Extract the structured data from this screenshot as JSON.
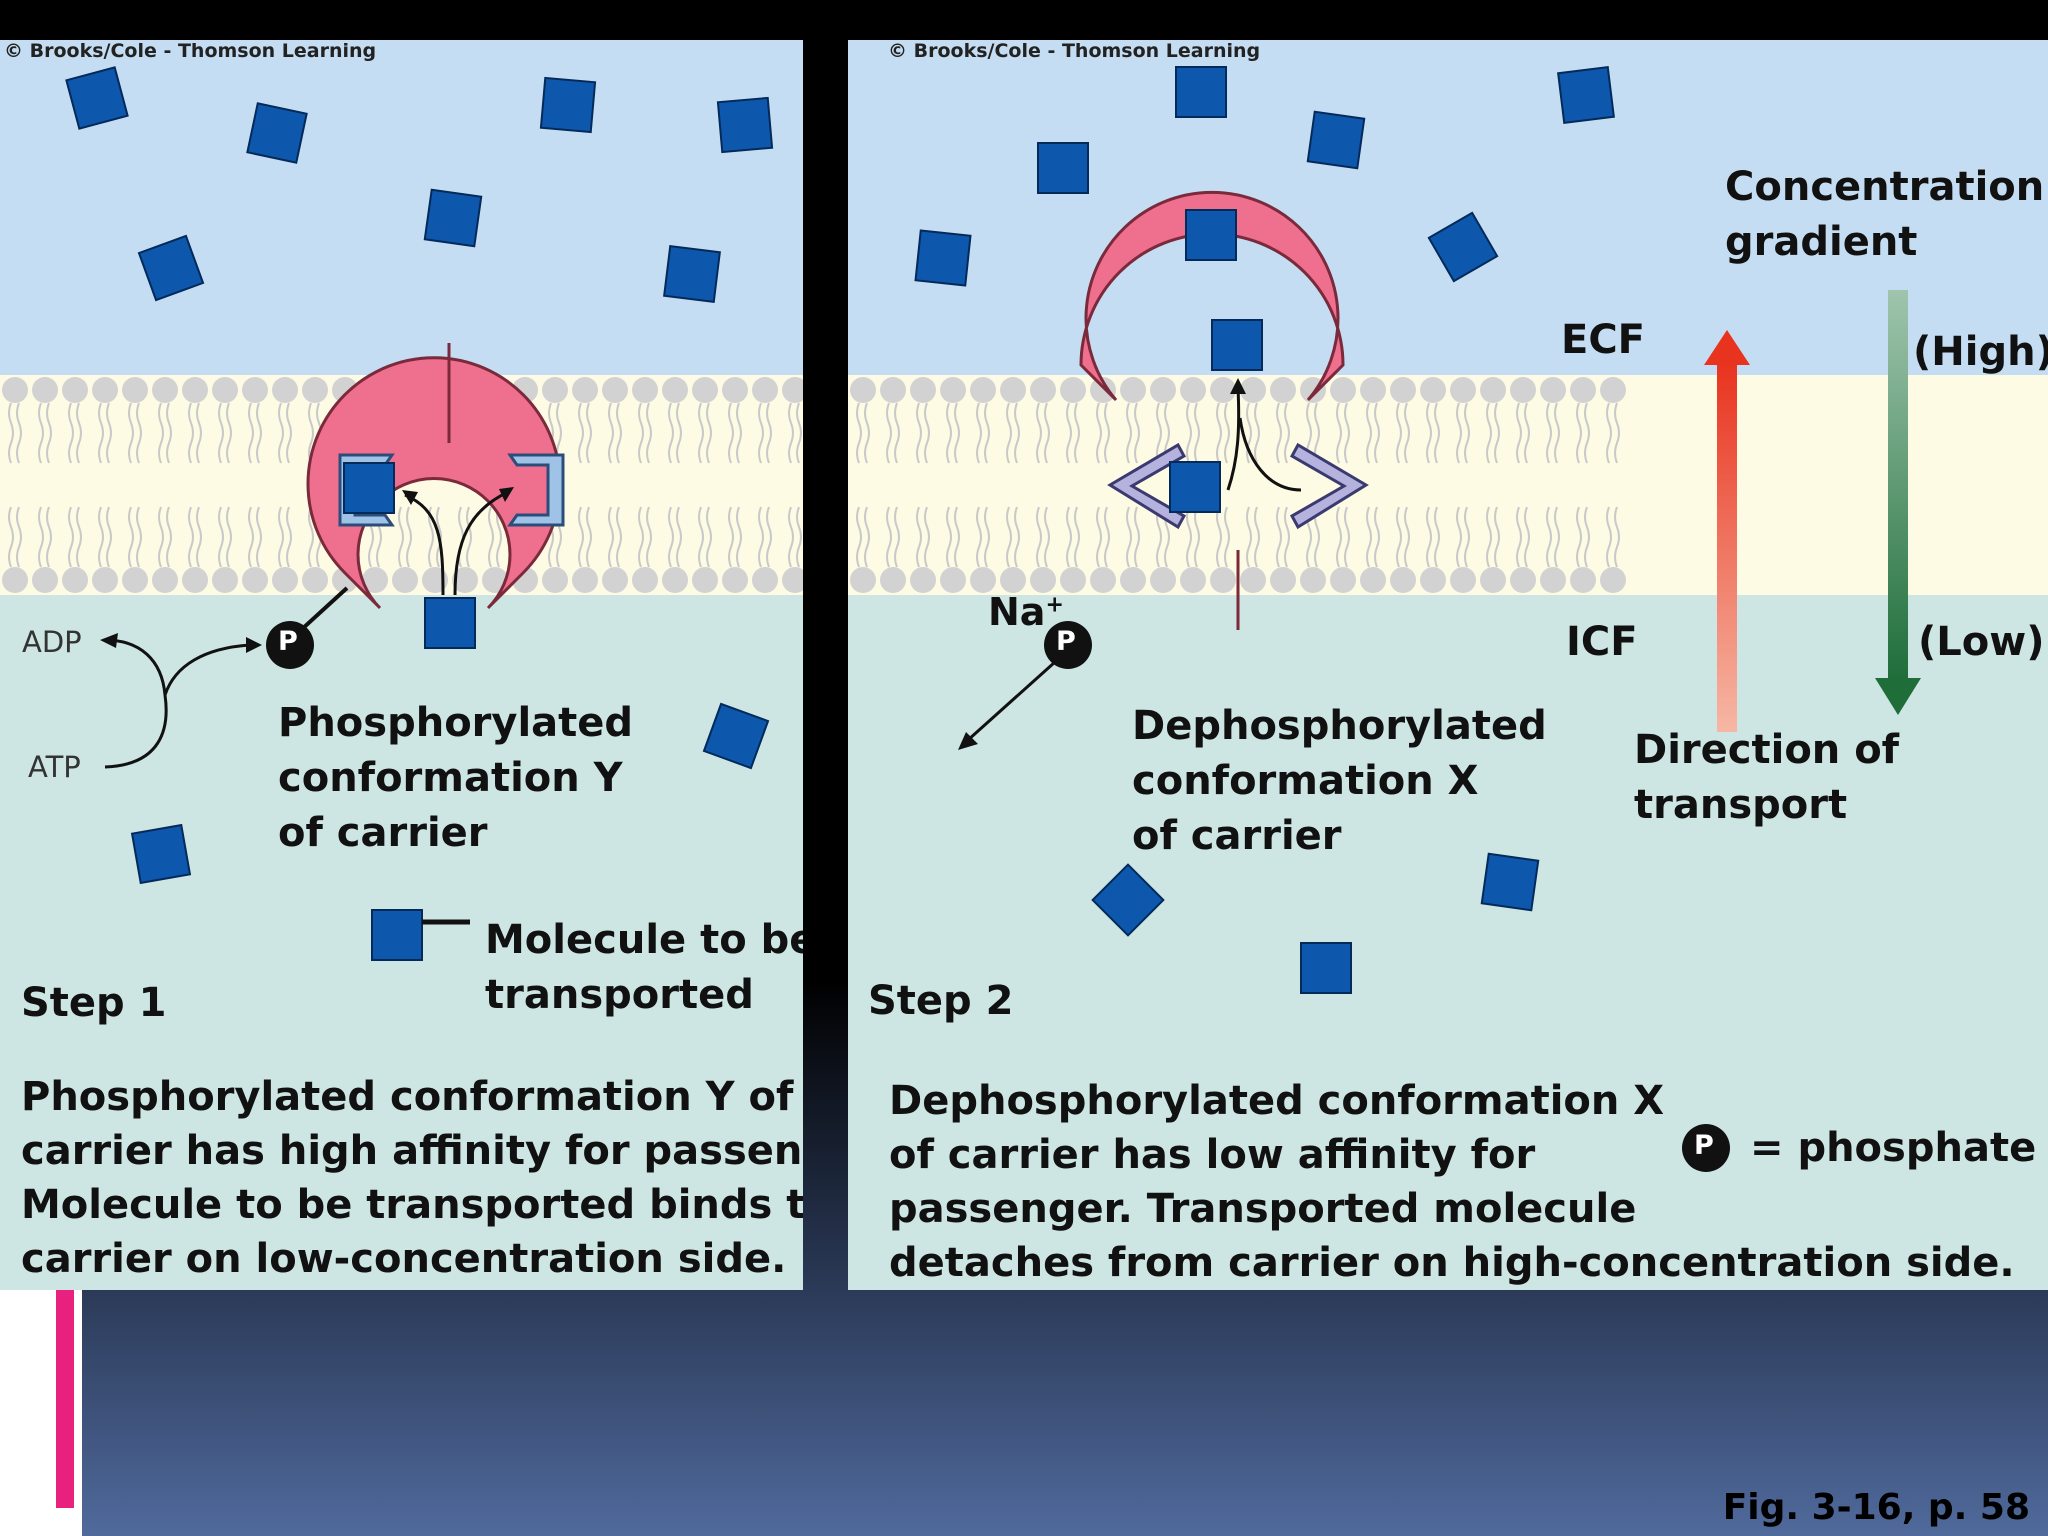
{
  "copyright": "© Brooks/Cole - Thomson Learning",
  "step1": {
    "adp": "ADP",
    "atp": "ATP",
    "phosphate_symbol": "P",
    "carrier_label": [
      "Phosphorylated",
      "conformation Y",
      "of carrier"
    ],
    "legend_label": [
      "Molecule to be",
      "transported"
    ],
    "title": "Step 1",
    "caption": [
      "Phosphorylated conformation Y of",
      "carrier has high affinity for passenger.",
      "Molecule to be transported binds to",
      "carrier on low-concentration side."
    ]
  },
  "step2": {
    "na": "Na",
    "na_charge": "+",
    "phosphate_symbol": "P",
    "ecf": "ECF",
    "icf": "ICF",
    "gradient_label": [
      "Concentration",
      "gradient"
    ],
    "high": "(High)",
    "low": "(Low)",
    "direction_label": [
      "Direction of",
      "transport"
    ],
    "carrier_label": [
      "Dephosphorylated",
      "conformation X",
      "of carrier"
    ],
    "title": "Step 2",
    "caption": [
      "Dephosphorylated conformation X",
      "of carrier has low affinity for",
      "passenger. Transported molecule",
      "detaches from carrier on high-concentration side."
    ],
    "phosphate_legend": "= phosphate"
  },
  "figure_ref": "Fig. 3-16, p. 58",
  "colors": {
    "ecf": "#c5ddf2",
    "membrane": "#fdfbe3",
    "icf": "#cde6e4",
    "carrier": "#ef6f8f",
    "molecule": "#0d57ad",
    "arrow_up": "#e8331e",
    "arrow_down": "#1f6e3a"
  }
}
